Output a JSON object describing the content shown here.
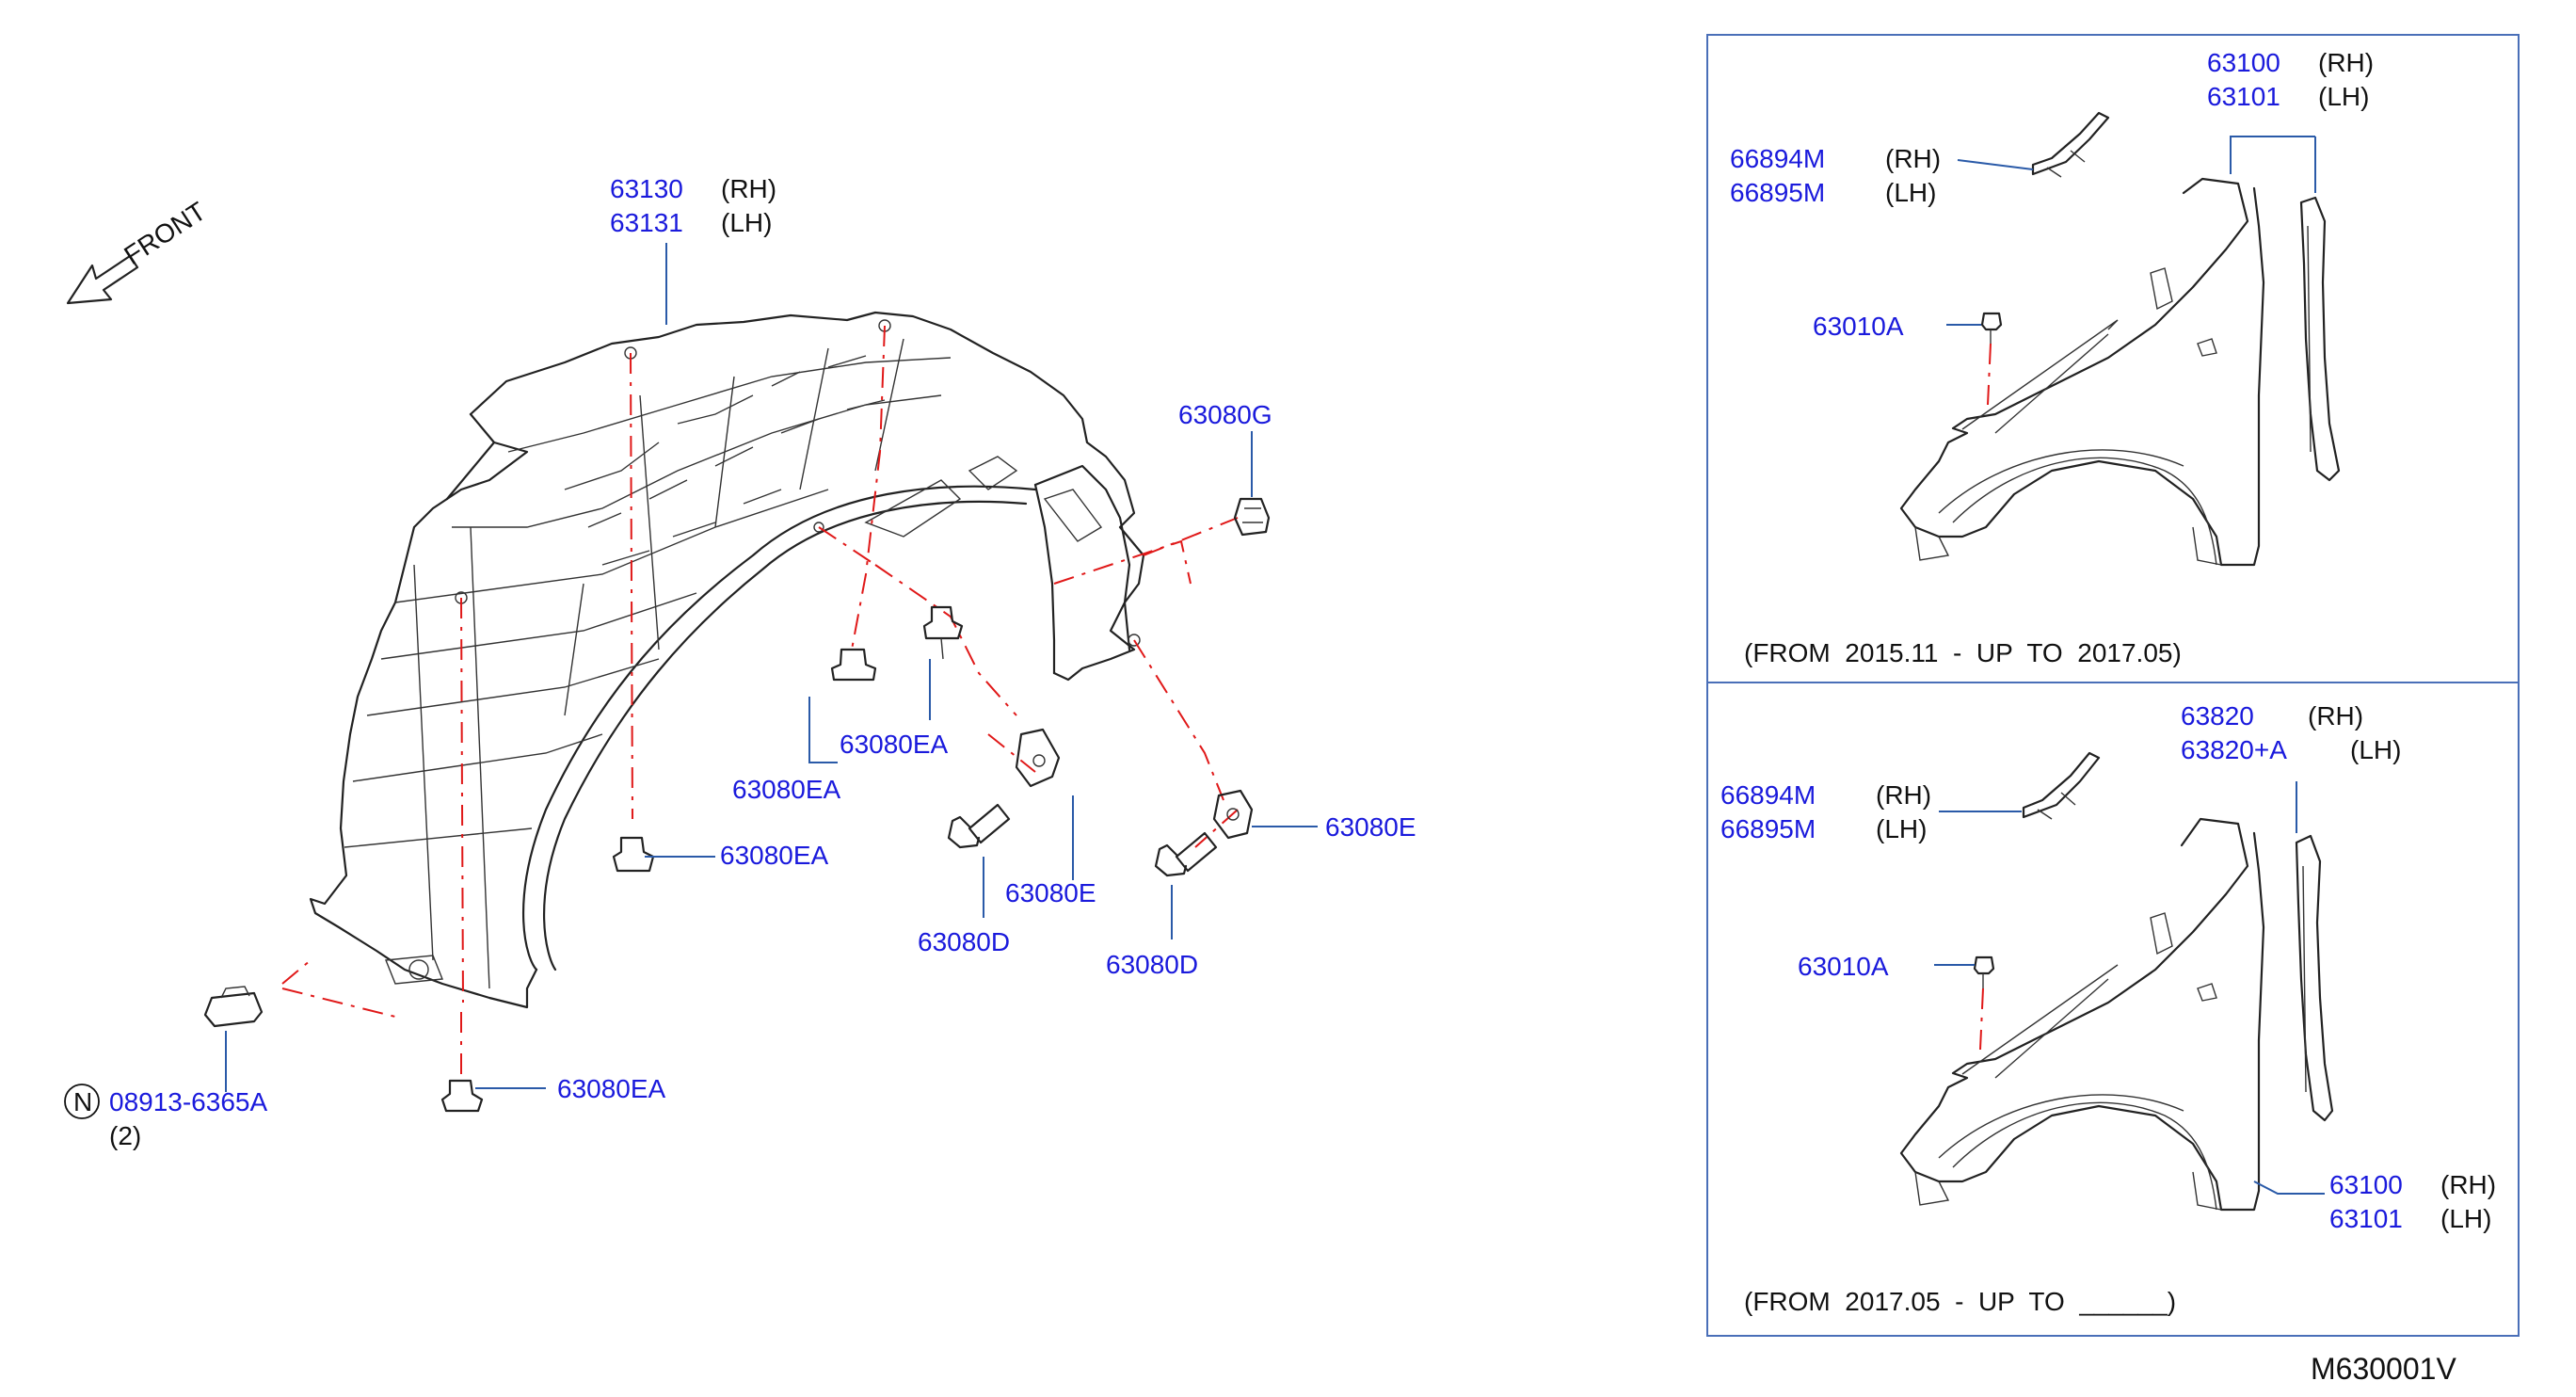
{
  "diagram": {
    "front_label": "FRONT",
    "footer_code": "M630001V",
    "main_labels": {
      "liner_rh": "63130",
      "liner_rh_side": "(RH)",
      "liner_lh": "63131",
      "liner_lh_side": "(LH)",
      "clip_g": "63080G",
      "clip_ea_1": "63080EA",
      "clip_ea_2": "63080EA",
      "clip_ea_3": "63080EA",
      "clip_ea_4": "63080EA",
      "clip_e_1": "63080E",
      "clip_e_2": "63080E",
      "screw_d_1": "63080D",
      "screw_d_2": "63080D",
      "nut_symbol": "N",
      "nut_code": "08913-6365A",
      "nut_qty": "(2)"
    },
    "panel_top": {
      "fender_rh": "63100",
      "fender_rh_side": "(RH)",
      "fender_lh": "63101",
      "fender_lh_side": "(LH)",
      "bracket_rh": "66894M",
      "bracket_rh_side": "(RH)",
      "bracket_lh": "66895M",
      "bracket_lh_side": "(LH)",
      "bolt": "63010A",
      "range_note": "(FROM  2015.11  -  UP  TO  2017.05)"
    },
    "panel_bottom": {
      "seal_rh": "63820",
      "seal_rh_side": "(RH)",
      "seal_lh": "63820+A",
      "seal_lh_side": "(LH)",
      "bracket_rh": "66894M",
      "bracket_rh_side": "(RH)",
      "bracket_lh": "66895M",
      "bracket_lh_side": "(LH)",
      "bolt": "63010A",
      "fender_rh": "63100",
      "fender_rh_side": "(RH)",
      "fender_lh": "63101",
      "fender_lh_side": "(LH)",
      "range_note": "(FROM  2017.05  -  UP  TO  ______)"
    },
    "colors": {
      "label": "#1a1adc",
      "leader": "#2a5aa8",
      "dash": "#e01818",
      "outline": "#222222"
    }
  }
}
